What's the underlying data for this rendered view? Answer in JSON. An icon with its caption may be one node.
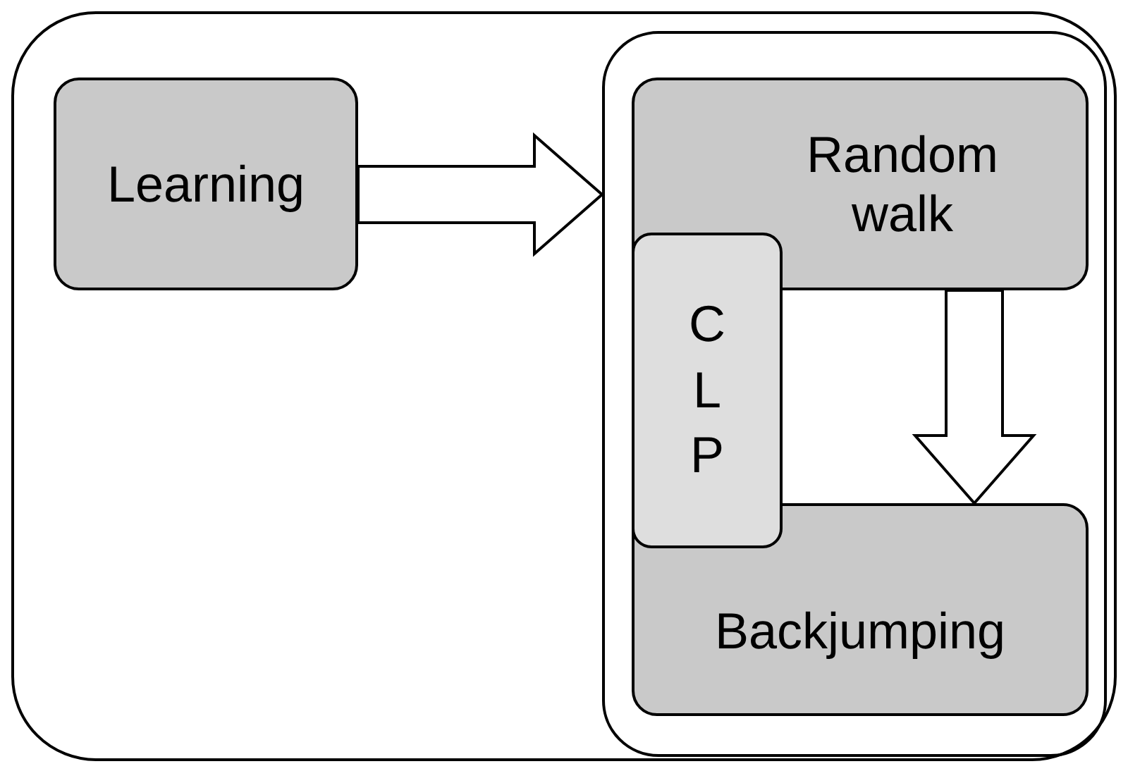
{
  "diagram": {
    "nodes": [
      {
        "text": [],
        "shape": "box"
      },
      {
        "text": [
          "Learning"
        ],
        "in": 0
      },
      {
        "text": [],
        "shape": "box",
        "in": 0
      },
      {
        "text": [
          "Random walk"
        ],
        "in": 2
      },
      {
        "text": [
          "CLP"
        ],
        "in": 2
      },
      {
        "text": [
          "Backjumping"
        ],
        "in": 2
      }
    ],
    "edges": [
      {
        "from": 1,
        "to": 2,
        "arrow": "to"
      },
      {
        "from": 3,
        "to": 5,
        "arrow": "to"
      }
    ]
  }
}
